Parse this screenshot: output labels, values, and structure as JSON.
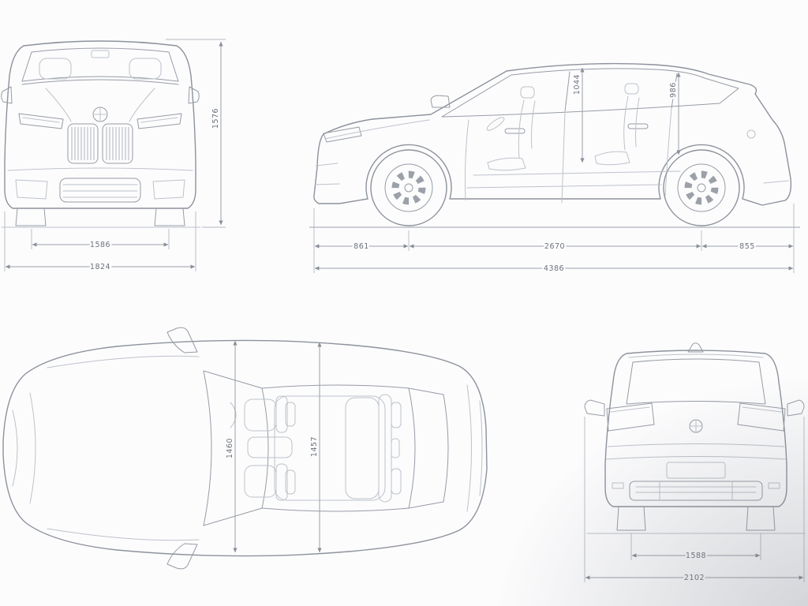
{
  "diagram": {
    "front_view": {
      "height": "1576",
      "track": "1586",
      "width": "1824"
    },
    "side_view": {
      "headroom_front": "1044",
      "headroom_rear": "986",
      "overhang_front": "861",
      "wheelbase": "2670",
      "overhang_rear": "855",
      "length": "4386"
    },
    "top_view": {
      "interior_width_front": "1460",
      "interior_width_rear": "1457"
    },
    "rear_view": {
      "track": "1588",
      "width_incl_mirrors": "2102"
    }
  },
  "colors": {
    "line": "#8d929b",
    "light_line": "#bdc2c9",
    "dim_line": "#9aa0a8",
    "dim_text": "#6e737c",
    "background": "#fcfcfd"
  },
  "icons": {
    "brand": "bmw-roundel"
  }
}
